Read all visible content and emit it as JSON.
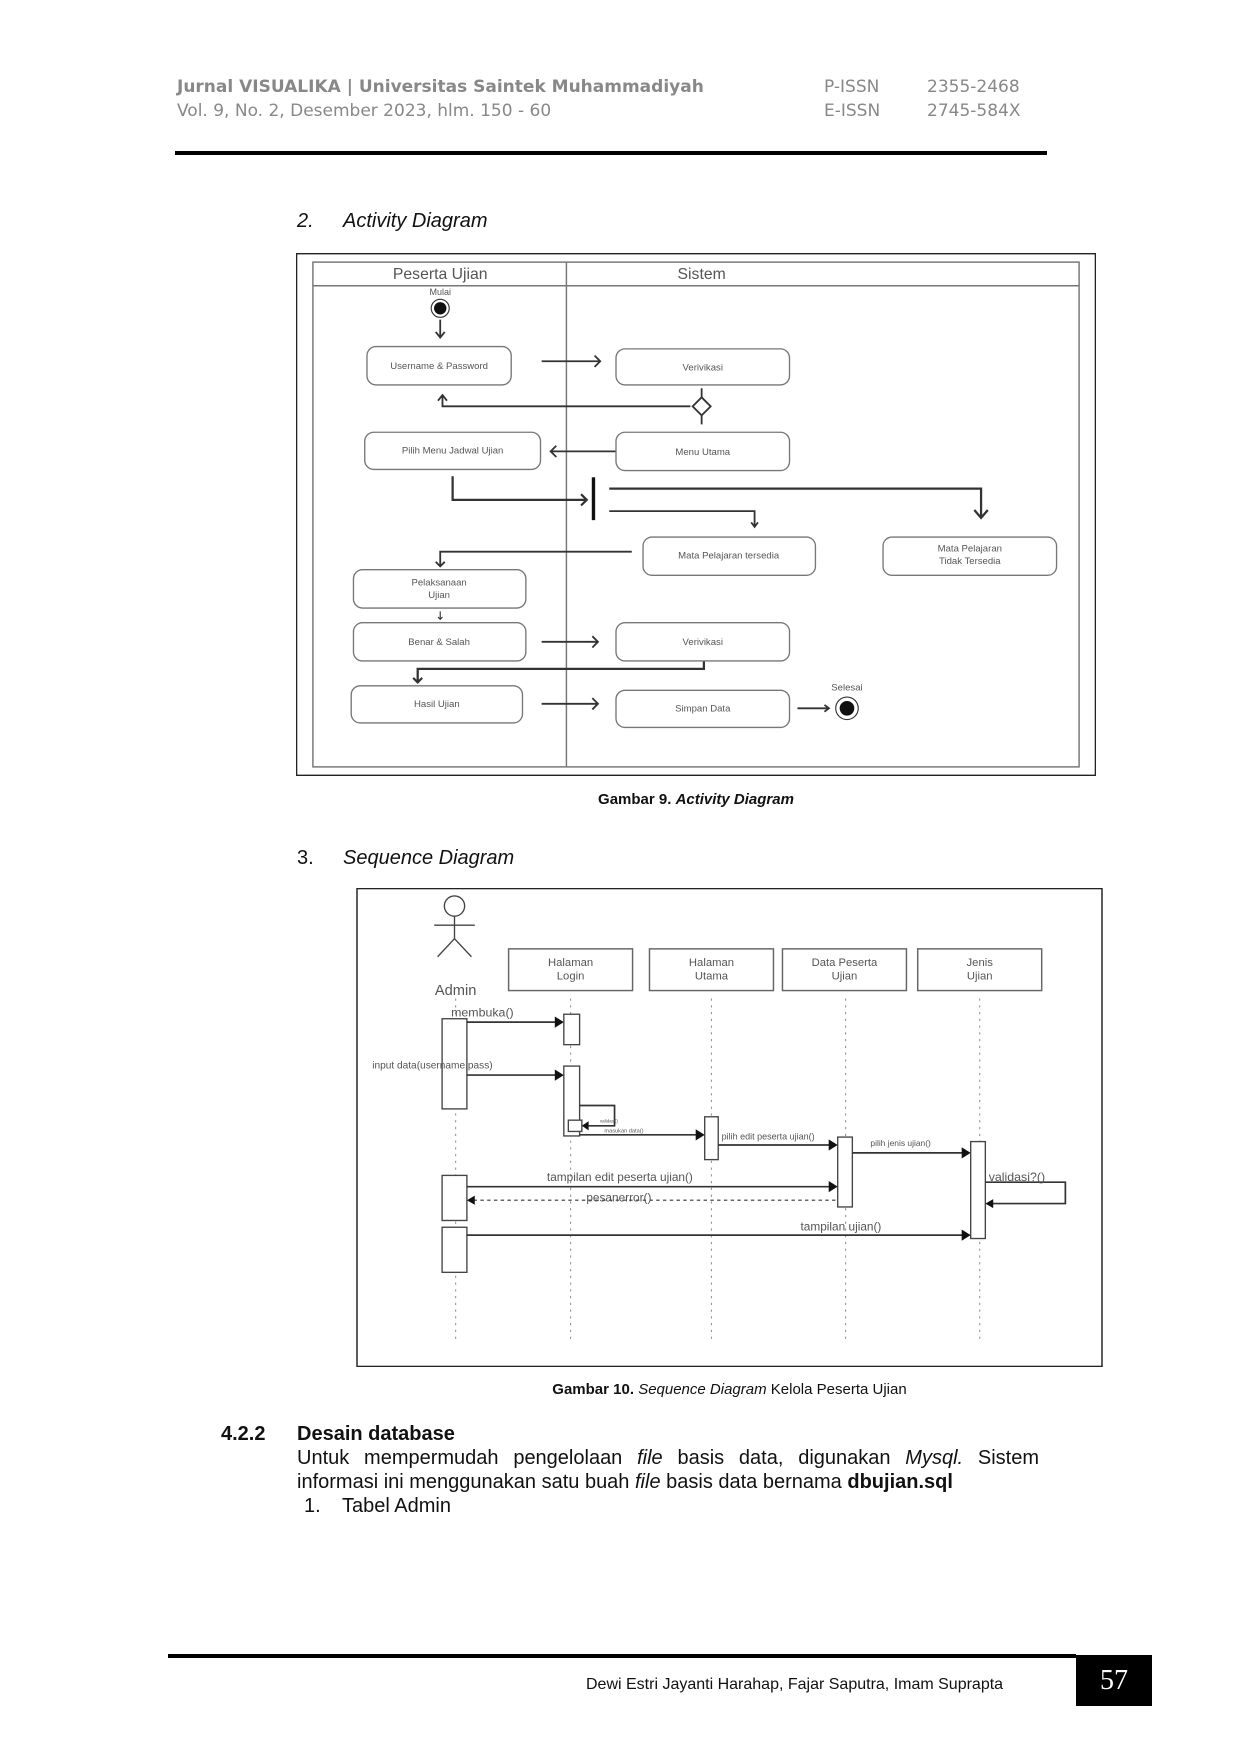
{
  "header": {
    "journal": "Jurnal VISUALIKA | Universitas Saintek Muhammadiyah",
    "volume": "Vol. 9, No. 2, Desember 2023, hlm. 150 - 60",
    "pissn_label": "P-ISSN",
    "pissn": "2355-2468",
    "eissn_label": "E-ISSN",
    "eissn": "2745-584X"
  },
  "section2": {
    "number": "2.",
    "title": "Activity Diagram"
  },
  "activity": {
    "lane1": "Peserta Ujian",
    "lane2": "Sistem",
    "start": "Mulai",
    "end": "Selesai",
    "nodes": {
      "username": "Username & Password",
      "verif1": "Verivikasi",
      "pilih_menu": "Pilih Menu Jadwal Ujian",
      "menu_utama": "Menu Utama",
      "mapel_tersedia": "Mata Pelajaran tersedia",
      "mapel_tidak_1": "Mata Pelajaran",
      "mapel_tidak_2": "Tidak Tersedia",
      "pelaksanaan_1": "Pelaksanaan",
      "pelaksanaan_2": "Ujian",
      "benar_salah": "Benar & Salah",
      "verif2": "Verivikasi",
      "hasil": "Hasil Ujian",
      "simpan": "Simpan Data"
    }
  },
  "caption9": {
    "bold": "Gambar 9.",
    "italic": "Activity Diagram"
  },
  "section3": {
    "number": "3.",
    "title": "Sequence Diagram"
  },
  "sequence": {
    "actor": "Admin",
    "lifelines": {
      "login_1": "Halaman",
      "login_2": "Login",
      "utama_1": "Halaman",
      "utama_2": "Utama",
      "data_1": "Data Peserta",
      "data_2": "Ujian",
      "jenis_1": "Jenis",
      "jenis_2": "Ujian"
    },
    "messages": {
      "membuka": "membuka()",
      "input": "input data(username,pass)",
      "validasi_login": "validasi()",
      "masukan": "masukan data()",
      "pilih_edit": "pilih edit peserta ujian()",
      "pilih_jenis": "pilih jenis ujian()",
      "tampilan_edit": "tampilan edit peserta ujian()",
      "pesan_error": "pesanerror()",
      "validasi": "validasi?()",
      "tampilan_ujian": "tampilan ujian()"
    }
  },
  "caption10": {
    "bold": "Gambar 10.",
    "italic": "Sequence Diagram",
    "rest": " Kelola Peserta Ujian"
  },
  "section422": {
    "number": "4.2.2",
    "title": "Desain database",
    "p1_a": "Untuk mempermudah pengelolaan ",
    "p1_file": "file",
    "p1_b": " basis data, digunakan ",
    "p1_mysql": "Mysql.",
    "p1_c": " Sistem",
    "p2_a": "informasi ini menggunakan satu buah ",
    "p2_file": "file",
    "p2_b": " basis data bernama ",
    "p2_db": "dbujian.sql",
    "item_number": "1.",
    "item": "Tabel Admin"
  },
  "footer": {
    "authors": "Dewi Estri Jayanti Harahap, Fajar Saputra, Imam Suprapta",
    "page": "57"
  }
}
